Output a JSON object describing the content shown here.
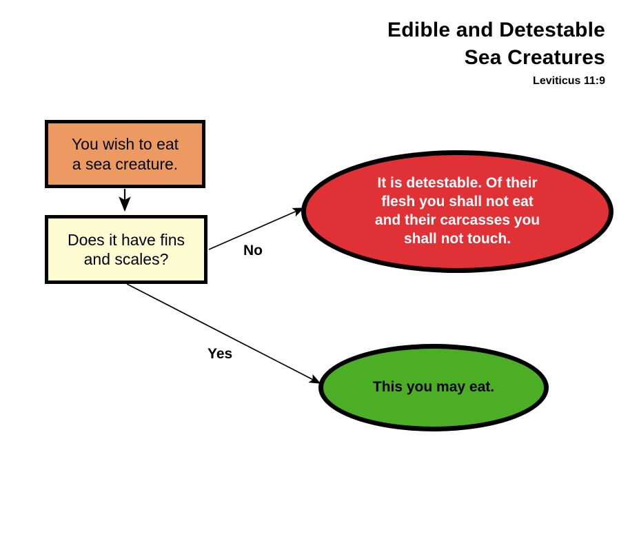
{
  "document": {
    "kind": "flowchart",
    "background_color": "#ffffff"
  },
  "header": {
    "title_line1": "Edible and Detestable",
    "title_line2": "Sea Creatures",
    "subtitle": "Leviticus 11:9"
  },
  "nodes": {
    "start": {
      "shape": "rectangle",
      "fill": "#ec9a62",
      "border_color": "#000000",
      "text_color": "#000000",
      "line1": "You wish to eat",
      "line2": "a sea creature."
    },
    "decision": {
      "shape": "rectangle",
      "fill": "#fcfbd1",
      "border_color": "#000000",
      "text_color": "#000000",
      "line1": "Does it have fins",
      "line2": "and scales?"
    },
    "detestable": {
      "shape": "ellipse",
      "fill": "#e03236",
      "border_color": "#000000",
      "text_color": "#ffffff",
      "line1": "It is detestable. Of their",
      "line2": "flesh you shall not eat",
      "line3": "and their carcasses you",
      "line4": "shall not touch."
    },
    "edible": {
      "shape": "ellipse",
      "fill": "#4cae25",
      "border_color": "#000000",
      "text_color": "#000000",
      "line1": "This you may eat."
    }
  },
  "edges": {
    "start_to_decision": {
      "label": ""
    },
    "decision_to_detestable": {
      "label": "No"
    },
    "decision_to_edible": {
      "label": "Yes"
    }
  }
}
